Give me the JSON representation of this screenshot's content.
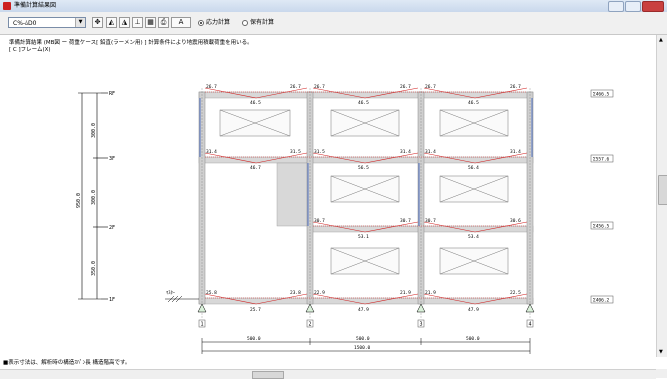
{
  "window": {
    "title": "準備計算結果図"
  },
  "toolbar": {
    "combo_value": "C%-ﾑD0",
    "option_stress": "応力計算",
    "option_strength": "保有計算",
    "icon_label_text": "A"
  },
  "description": {
    "line1": "準備計算結果 (MB図 ー 荷重ケース[ 鉛直(ラーメン用) ] 計算条件により地震用積載荷重を用いる。",
    "line2": "[ C ]フレーム(X)"
  },
  "status": {
    "message": "■表示寸法は、解析時の構造ｽﾊﾟﾝ長 構造階高です。"
  },
  "drawing": {
    "floors": [
      "RF",
      "3F",
      "2F",
      "1F"
    ],
    "floor_heights": [
      "300.0",
      "300.0",
      "350.0"
    ],
    "total_height": "950.0",
    "axes": [
      "1",
      "2",
      "3",
      "4"
    ],
    "spans": [
      "500.0",
      "500.0",
      "500.0"
    ],
    "total_span": "1500.0",
    "right_values": [
      "Σ466.5",
      "Σ557.6",
      "Σ456.5",
      "Σ406.2"
    ],
    "ground_label": "ﾏｽﾀｰ",
    "moments": {
      "RF": [
        "26.7",
        "26.7",
        "26.7",
        "26.7",
        "26.7",
        "26.7"
      ],
      "3F": [
        "31.4",
        "31.5",
        "31.5",
        "31.4",
        "31.4",
        "31.4"
      ],
      "2F": [
        "30.7",
        "30.7",
        "30.7",
        "30.6"
      ],
      "1F": [
        "25.8",
        "23.8",
        "22.9",
        "21.9",
        "21.9",
        "22.5"
      ]
    },
    "mid_moments": {
      "RF": [
        "46.5",
        "46.5",
        "46.5"
      ],
      "3F": [
        "46.7",
        "56.5",
        "56.4"
      ],
      "2F": [
        "53.1",
        "53.4"
      ],
      "1F": [
        "25.7",
        "47.9",
        "47.9"
      ]
    }
  }
}
